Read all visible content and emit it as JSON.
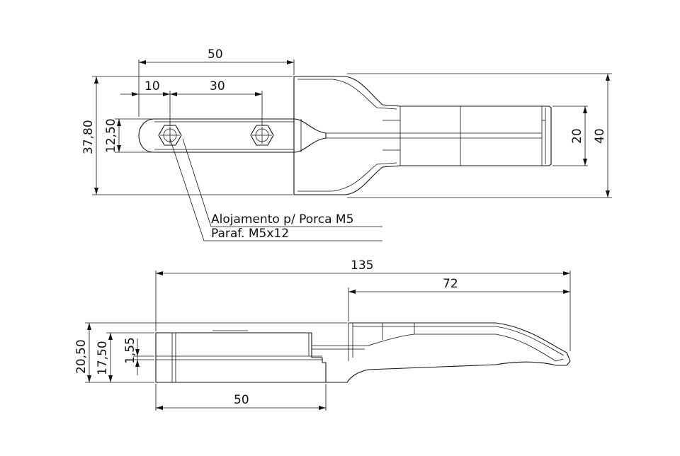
{
  "top_view": {
    "dimensions": {
      "overall_width": "50",
      "hole_offset": "10",
      "hole_spacing": "30",
      "height_outer": "37,80",
      "height_inner": "12,50",
      "handle_width": "20",
      "total_width": "40"
    },
    "note": {
      "line1": "Alojamento p/ Porca M5",
      "line2": "Paraf. M5x12"
    }
  },
  "side_view": {
    "dimensions": {
      "total_length": "135",
      "handle_length": "72",
      "base_length": "50",
      "height_total": "20,50",
      "height_body": "17,50",
      "slot_gap": "1,55"
    }
  }
}
